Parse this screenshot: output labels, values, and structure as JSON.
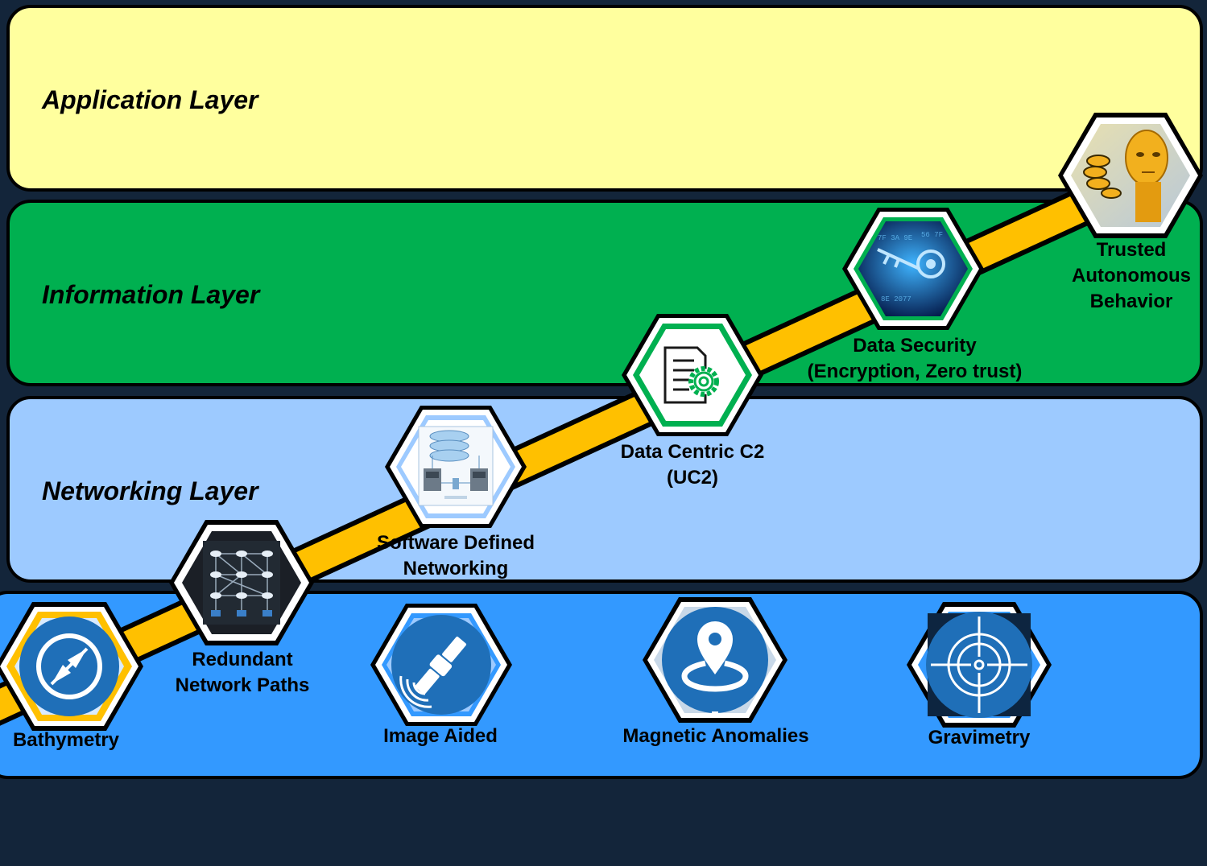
{
  "layers": {
    "application": "Application Layer",
    "information": "Information Layer",
    "networking": "Networking Layer"
  },
  "nodes": {
    "bathymetry": "Bathymetry",
    "redundant_line1": "Redundant",
    "redundant_line2": "Network Paths",
    "sdn_line1": "Software Defined",
    "sdn_line2": "Networking",
    "dcc2_line1": "Data Centric C2",
    "dcc2_line2": "(UC2)",
    "security_line1": "Data Security",
    "security_line2": "(Encryption, Zero trust)",
    "tab_line1": "Trusted",
    "tab_line2": "Autonomous",
    "tab_line3": "Behavior",
    "image_aided": "Image Aided",
    "magnetic": "Magnetic Anomalies",
    "gravimetry": "Gravimetry"
  },
  "icons": [
    "compass-icon",
    "mesh-network-icon",
    "sdn-diagram-icon",
    "document-gear-icon",
    "digital-key-icon",
    "robot-icon",
    "satellite-icon",
    "location-pin-icon",
    "crosshair-icon"
  ],
  "colors": {
    "background": "#13253a",
    "application_layer": "#ffff9e",
    "information_layer": "#00b050",
    "networking_layer": "#9dcaff",
    "sensing_layer": "#3399ff",
    "path": "#ffc000",
    "icon_blue": "#1f6fb8"
  }
}
